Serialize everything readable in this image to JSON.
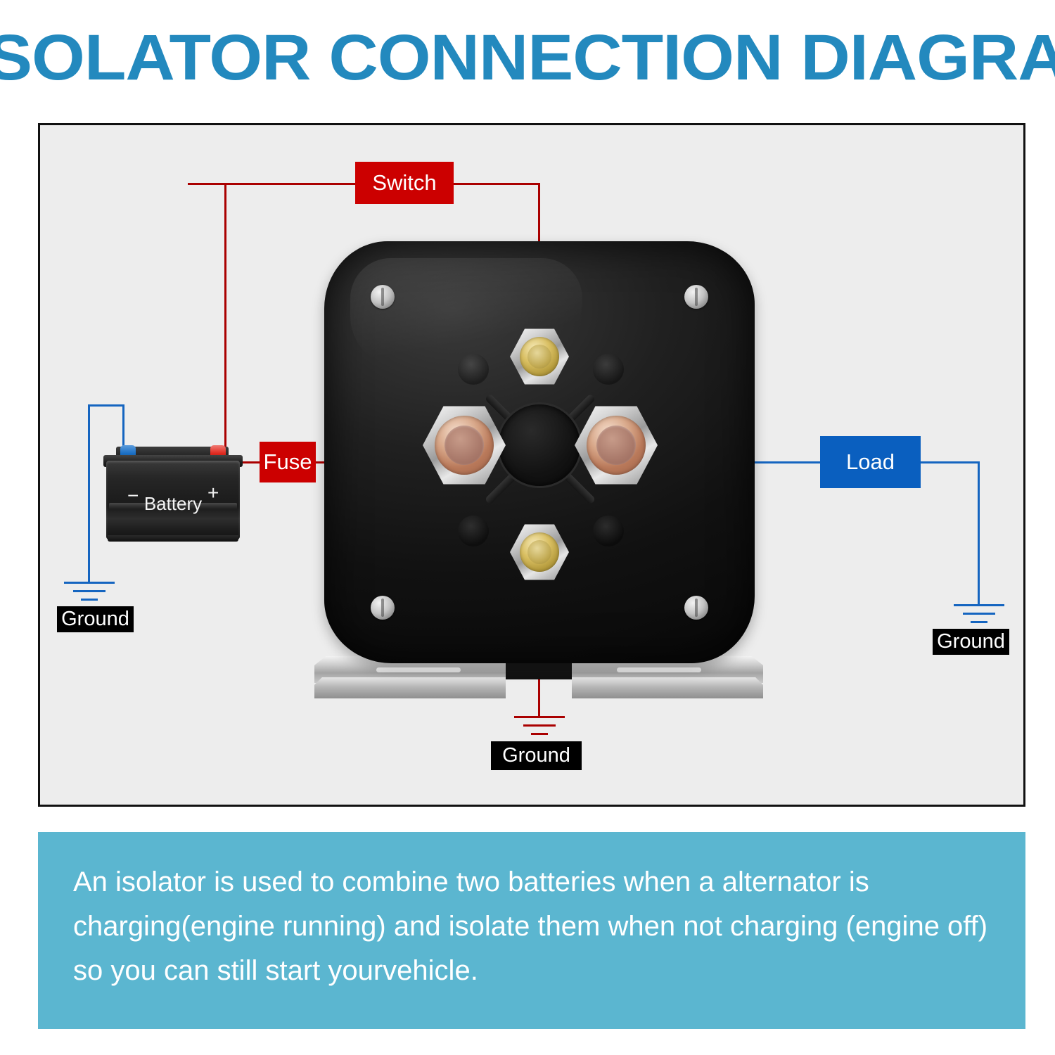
{
  "title": "ISOLATOR CONNECTION DIAGRAM",
  "colors": {
    "title": "#2389BE",
    "panel_bg": "#EDEDED",
    "panel_border": "#111111",
    "red_wire": "#AA0000",
    "blue_wire": "#1565C0",
    "red_label": "#CC0000",
    "blue_label": "#0A5FBF",
    "black_label": "#000000",
    "caption_bg": "#5BB6D0",
    "battery_neg_post": "#1B6FC4",
    "battery_pos_post": "#E02A20",
    "terminal_copper": "#B9795A",
    "terminal_brass": "#D9BF62",
    "isolator_body": "#141414",
    "bracket_metal": "#C8C8C8"
  },
  "labels": {
    "switch": "Switch",
    "fuse": "Fuse",
    "load": "Load",
    "ground_left": "Ground",
    "ground_right": "Ground",
    "ground_bottom": "Ground"
  },
  "battery": {
    "name": "Battery",
    "negative_symbol": "−",
    "positive_symbol": "+"
  },
  "isolator": {
    "terminal_top": "switch-terminal",
    "terminal_left": "battery-terminal",
    "terminal_right": "load-terminal",
    "terminal_bottom": "ground-terminal",
    "screw_count": 4,
    "bracket_count": 2
  },
  "caption": {
    "text": "An isolator is used to combine two batteries when a alternator is charging(engine running) and isolate them when not charging (engine off) so you can still start yourvehicle."
  }
}
